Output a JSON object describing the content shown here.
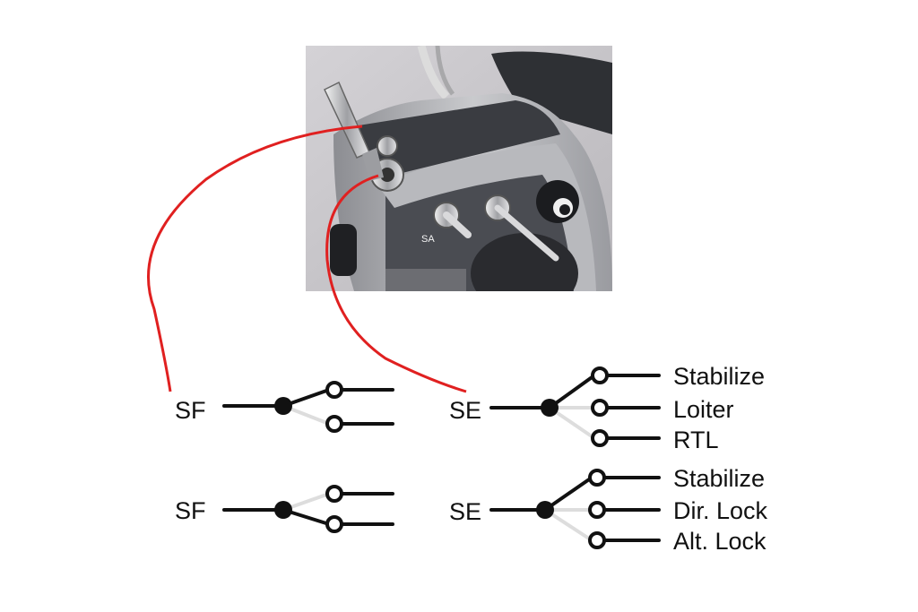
{
  "photo": {
    "subject": "rc-transmitter-switch-closeup",
    "printed_labels": [
      "SA"
    ]
  },
  "colors": {
    "callout": "#e02020",
    "line": "#111111",
    "inactive_line": "#dddddd"
  },
  "switches": [
    {
      "id": "sf-top",
      "label": "SF",
      "positions": 2,
      "active": 0,
      "modes": []
    },
    {
      "id": "se-top",
      "label": "SE",
      "positions": 3,
      "active": 0,
      "modes": [
        "Stabilize",
        "Loiter",
        "RTL"
      ]
    },
    {
      "id": "sf-bottom",
      "label": "SF",
      "positions": 2,
      "active": 1,
      "modes": []
    },
    {
      "id": "se-bottom",
      "label": "SE",
      "positions": 3,
      "active": 0,
      "modes": [
        "Stabilize",
        "Dir. Lock",
        "Alt. Lock"
      ]
    }
  ]
}
